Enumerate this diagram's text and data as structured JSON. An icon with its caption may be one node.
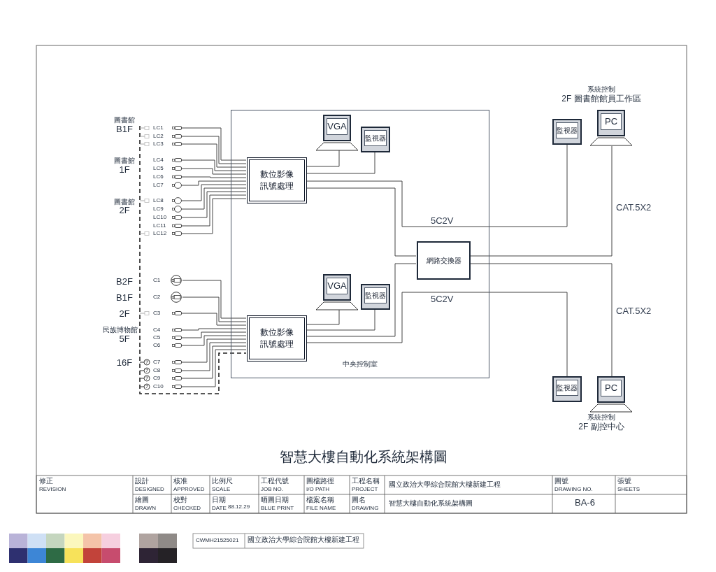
{
  "diagram": {
    "title": "智慧大樓自動化系統架構圖",
    "nodes": [
      {
        "text": [
          "中央控制室"
        ]
      },
      {
        "text": [
          "數位影像訊號處理"
        ],
        "in": 0
      },
      {
        "text": [
          "VGA"
        ],
        "in": 0
      },
      {
        "text": [
          "監視器"
        ],
        "in": 0
      },
      {
        "text": [
          "數位影像訊號處理"
        ],
        "in": 0
      },
      {
        "text": [
          "VGA"
        ],
        "in": 0
      },
      {
        "text": [
          "監視器"
        ],
        "in": 0
      },
      {
        "text": [
          "網路交換器"
        ],
        "in": 0
      },
      {
        "text": [
          "監視器"
        ]
      },
      {
        "text": [
          "PC"
        ],
        "beside": [
          "系統控制",
          "2F 圖書館館員工作區"
        ]
      },
      {
        "text": [
          "監視器"
        ]
      },
      {
        "text": [
          "PC"
        ],
        "beside": [
          "系統控制",
          "2F 副控中心"
        ]
      },
      {
        "text": [],
        "shape": "camera",
        "beside": [
          "LC1"
        ]
      },
      {
        "text": [],
        "shape": "camera",
        "beside": [
          "LC2"
        ]
      },
      {
        "text": [],
        "shape": "camera",
        "beside": [
          "LC3"
        ]
      },
      {
        "text": [],
        "shape": "camera",
        "beside": [
          "LC4"
        ]
      },
      {
        "text": [],
        "shape": "camera",
        "beside": [
          "LC5"
        ]
      },
      {
        "text": [],
        "shape": "camera",
        "beside": [
          "LC6"
        ]
      },
      {
        "text": [],
        "shape": "camera",
        "beside": [
          "LC7"
        ]
      },
      {
        "text": [],
        "shape": "camera",
        "beside": [
          "LC8"
        ]
      },
      {
        "text": [],
        "shape": "camera",
        "beside": [
          "LC9"
        ]
      },
      {
        "text": [],
        "shape": "camera",
        "beside": [
          "LC10"
        ]
      },
      {
        "text": [],
        "shape": "camera",
        "beside": [
          "LC11"
        ]
      },
      {
        "text": [],
        "shape": "camera",
        "beside": [
          "LC12"
        ]
      },
      {
        "text": [],
        "shape": "camera",
        "beside": [
          "C1"
        ]
      },
      {
        "text": [],
        "shape": "camera",
        "beside": [
          "C2"
        ]
      },
      {
        "text": [],
        "shape": "camera",
        "beside": [
          "C3"
        ]
      },
      {
        "text": [],
        "shape": "camera",
        "beside": [
          "C4"
        ]
      },
      {
        "text": [],
        "shape": "camera",
        "beside": [
          "C5"
        ]
      },
      {
        "text": [],
        "shape": "camera",
        "beside": [
          "C6"
        ]
      },
      {
        "text": [],
        "shape": "camera",
        "beside": [
          "C7"
        ]
      },
      {
        "text": [],
        "shape": "camera",
        "beside": [
          "C8"
        ]
      },
      {
        "text": [],
        "shape": "camera",
        "beside": [
          "C9"
        ]
      },
      {
        "text": [],
        "shape": "camera",
        "beside": [
          "C10"
        ]
      }
    ],
    "edges": [
      {
        "from": 12,
        "to": 1,
        "arrow": "none"
      },
      {
        "from": 13,
        "to": 1,
        "arrow": "none"
      },
      {
        "from": 14,
        "to": 1,
        "arrow": "none"
      },
      {
        "from": 15,
        "to": 1,
        "arrow": "none"
      },
      {
        "from": 16,
        "to": 1,
        "arrow": "none"
      },
      {
        "from": 17,
        "to": 1,
        "arrow": "none"
      },
      {
        "from": 18,
        "to": 1,
        "arrow": "none"
      },
      {
        "from": 19,
        "to": 1,
        "arrow": "none"
      },
      {
        "from": 20,
        "to": 1,
        "arrow": "none"
      },
      {
        "from": 21,
        "to": 1,
        "arrow": "none"
      },
      {
        "from": 22,
        "to": 1,
        "arrow": "none"
      },
      {
        "from": 23,
        "to": 1,
        "arrow": "none"
      },
      {
        "from": 24,
        "to": 4,
        "arrow": "none"
      },
      {
        "from": 25,
        "to": 4,
        "arrow": "none"
      },
      {
        "from": 26,
        "to": 4,
        "arrow": "none"
      },
      {
        "from": 27,
        "to": 4,
        "arrow": "none"
      },
      {
        "from": 28,
        "to": 4,
        "arrow": "none"
      },
      {
        "from": 29,
        "to": 4,
        "arrow": "none"
      },
      {
        "from": 30,
        "to": 4,
        "arrow": "none"
      },
      {
        "from": 31,
        "to": 4,
        "arrow": "none"
      },
      {
        "from": 32,
        "to": 4,
        "arrow": "none"
      },
      {
        "from": 33,
        "to": 4,
        "arrow": "none"
      },
      {
        "from": 1,
        "to": 2,
        "arrow": "none"
      },
      {
        "from": 1,
        "to": 3,
        "arrow": "none"
      },
      {
        "from": 1,
        "to": 8,
        "arrow": "none",
        "label": "5C2V"
      },
      {
        "from": 1,
        "to": 7,
        "arrow": "none"
      },
      {
        "from": 4,
        "to": 5,
        "arrow": "none"
      },
      {
        "from": 4,
        "to": 6,
        "arrow": "none"
      },
      {
        "from": 4,
        "to": 7,
        "arrow": "none"
      },
      {
        "from": 4,
        "to": 10,
        "arrow": "none",
        "label": "5C2V"
      },
      {
        "from": 7,
        "to": 9,
        "arrow": "none",
        "label": "CAT.5X2"
      },
      {
        "from": 7,
        "to": 11,
        "arrow": "none",
        "label": "CAT.5X2"
      }
    ],
    "labels": [
      "圖書館",
      "B1F",
      "圖書館",
      "1F",
      "圖書館",
      "2F",
      "B2F",
      "B1F",
      "2F",
      "民族博物館",
      "5F",
      "16F",
      "修正",
      "REVISION",
      "設計",
      "DESIGNED",
      "核准",
      "APPROVED",
      "比例尺",
      "SCALE",
      "工程代號",
      "JOB NO.",
      "圖檔路徑",
      "I/O PATH",
      "工程名稱",
      "PROJECT",
      "國立政治大學綜合院館大樓新建工程",
      "圖號",
      "DRAWING NO.",
      "張號",
      "SHEETS",
      "繪圖",
      "DRAWN",
      "校對",
      "CHECKED",
      "日期",
      "DATE",
      "88.12.29",
      "晒圖日期",
      "BLUE PRINT",
      "檔案名稱",
      "FILE NAME",
      "圖名",
      "DRAWING",
      "智慧大樓自動化系統架構圖",
      "BA-6",
      "CWMH21525021",
      "國立政治大學綜合院館大樓新建工程"
    ]
  }
}
